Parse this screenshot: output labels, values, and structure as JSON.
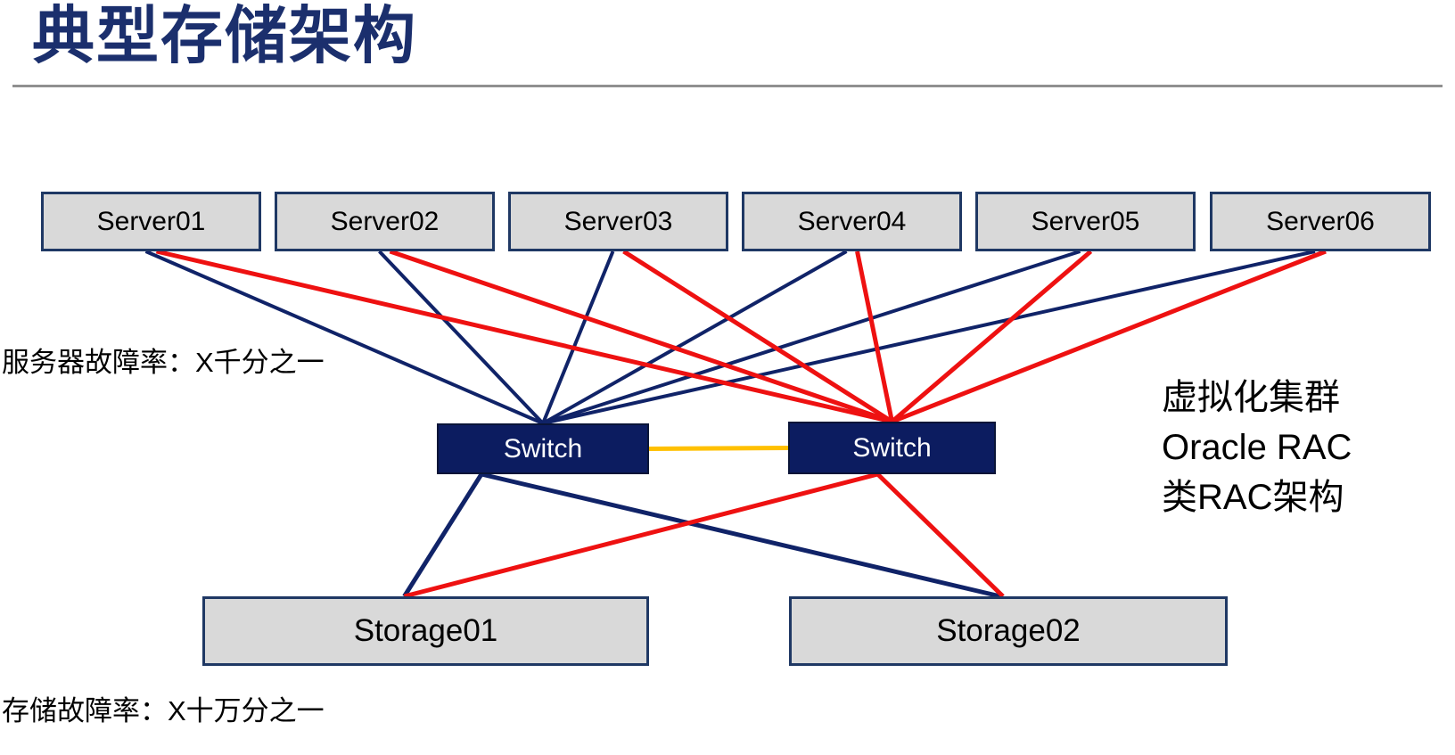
{
  "slide": {
    "title": "典型存储架构",
    "annotations": {
      "server_failure_rate": "服务器故障率：X千分之一",
      "storage_failure_rate": "存储故障率：X十万分之一",
      "cluster_note": [
        "虚拟化集群",
        "Oracle RAC",
        "类RAC架构"
      ]
    },
    "nodes": {
      "servers": [
        {
          "id": "server1",
          "label": "Server01"
        },
        {
          "id": "server2",
          "label": "Server02"
        },
        {
          "id": "server3",
          "label": "Server03"
        },
        {
          "id": "server4",
          "label": "Server04"
        },
        {
          "id": "server5",
          "label": "Server05"
        },
        {
          "id": "server6",
          "label": "Server06"
        }
      ],
      "switches": [
        {
          "id": "switch1",
          "label": "Switch"
        },
        {
          "id": "switch2",
          "label": "Switch"
        }
      ],
      "storages": [
        {
          "id": "storage1",
          "label": "Storage01"
        },
        {
          "id": "storage2",
          "label": "Storage02"
        }
      ]
    },
    "colors": {
      "title": "#1B2F6D",
      "navy": "#102368",
      "red": "#EE1111",
      "orange": "#FFC000",
      "box_fill": "#D9D9D9",
      "box_border": "#1F3864",
      "switch_fill": "#0C1C60",
      "divider": "#909090"
    }
  },
  "diagram": {
    "edges": [
      {
        "from": "server1",
        "to": "switch1",
        "color": "navy",
        "width": 4,
        "fromDx": -6
      },
      {
        "from": "server2",
        "to": "switch1",
        "color": "navy",
        "width": 4,
        "fromDx": -6
      },
      {
        "from": "server3",
        "to": "switch1",
        "color": "navy",
        "width": 4,
        "fromDx": -6
      },
      {
        "from": "server4",
        "to": "switch1",
        "color": "navy",
        "width": 4,
        "fromDx": -6
      },
      {
        "from": "server5",
        "to": "switch1",
        "color": "navy",
        "width": 4,
        "fromDx": -6
      },
      {
        "from": "server6",
        "to": "switch1",
        "color": "navy",
        "width": 4,
        "fromDx": -6
      },
      {
        "from": "switch1",
        "to": "storage1",
        "color": "navy",
        "width": 5,
        "fromDx": -69,
        "toDx": -24
      },
      {
        "from": "switch1",
        "to": "storage2",
        "color": "navy",
        "width": 5,
        "fromDx": -69,
        "toDx": -9
      },
      {
        "from": "server1",
        "to": "switch2",
        "color": "red",
        "width": 5,
        "fromDx": 6
      },
      {
        "from": "server2",
        "to": "switch2",
        "color": "red",
        "width": 5,
        "fromDx": 6
      },
      {
        "from": "server3",
        "to": "switch2",
        "color": "red",
        "width": 5,
        "fromDx": 6
      },
      {
        "from": "server4",
        "to": "switch2",
        "color": "red",
        "width": 5,
        "fromDx": 6
      },
      {
        "from": "server5",
        "to": "switch2",
        "color": "red",
        "width": 5,
        "fromDx": 6
      },
      {
        "from": "server6",
        "to": "switch2",
        "color": "red",
        "width": 5,
        "fromDx": 6
      },
      {
        "from": "switch2",
        "to": "storage1",
        "color": "red",
        "width": 5,
        "fromDx": -16,
        "toDx": -24
      },
      {
        "from": "switch2",
        "to": "storage2",
        "color": "red",
        "width": 5,
        "fromDx": -16,
        "toDx": -6
      },
      {
        "from": "switch1",
        "to": "switch2",
        "color": "orange",
        "width": 5,
        "fromSide": "right",
        "toSide": "left"
      }
    ]
  }
}
